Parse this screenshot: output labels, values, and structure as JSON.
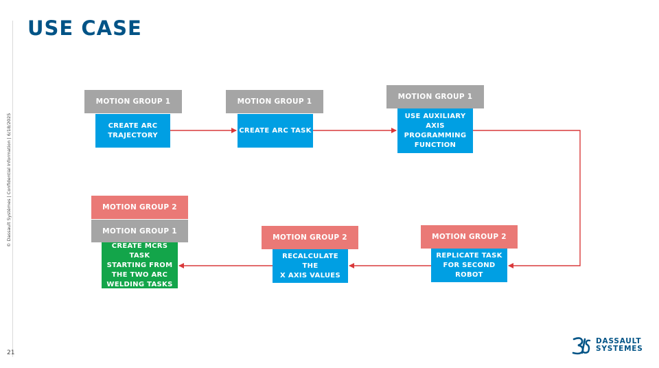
{
  "title": "USE CASE",
  "side_note": "© Dassault Systèmes | Confidential Information | 6/18/2025",
  "page_number": "21",
  "logo": {
    "line1": "DASSAULT",
    "line2": "SYSTEMES",
    "icon": "3ds-logo-icon"
  },
  "colors": {
    "title": "#005386",
    "motion_group_1": "#a5a5a5",
    "motion_group_2": "#ea7976",
    "step_blue": "#009fe3",
    "step_green": "#13a54a",
    "arrow": "#d9383a"
  },
  "labels": {
    "mg1_a": "MOTION GROUP 1",
    "mg1_b": "MOTION GROUP 1",
    "mg1_c": "MOTION GROUP 1",
    "mg2_d": "MOTION GROUP 2",
    "mg2_e": "MOTION GROUP 2",
    "mg2_f": "MOTION GROUP 2",
    "mg1_f": "MOTION GROUP 1"
  },
  "steps": {
    "a": "CREATE ARC\nTRAJECTORY",
    "b": "CREATE ARC TASK",
    "c": "USE AUXILIARY\nAXIS\nPROGRAMMING\nFUNCTION",
    "d": "REPLICATE TASK\nFOR SECOND\nROBOT",
    "e": "RECALCULATE THE\nX AXIS VALUES",
    "f": "CREATE MCRS TASK\nSTARTING FROM\nTHE TWO ARC\nWELDING TASKS"
  }
}
